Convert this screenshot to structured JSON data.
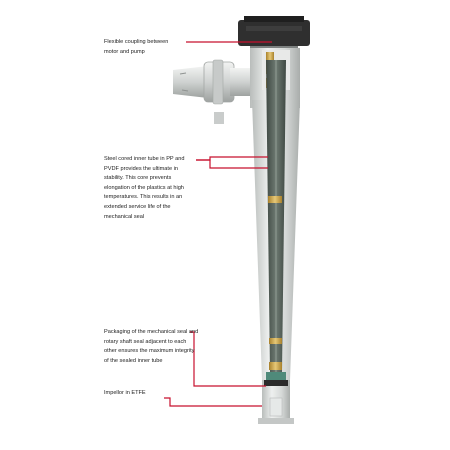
{
  "callouts": [
    {
      "text": "Flexible coupling between motor and pump"
    },
    {
      "text": "Steel cored inner tube in PP and PVDF provides the ultimate in stability. This core prevents elongation of the plastics at high temperatures. This results in an extended service life of the mechanical seal"
    },
    {
      "text": "Packaging of the mechanical seal and rotary shaft seal adjacent to each other ensures the maximum integrity of the sealed inner tube"
    },
    {
      "text": "Impellor in ETFE"
    }
  ],
  "colors": {
    "leader_line": "#c8102e",
    "pump_body": "#d9dcdb",
    "inner_tube": "#59625c",
    "coupling": "#2f2f2f",
    "brass_bearing": "#c8a24a"
  }
}
